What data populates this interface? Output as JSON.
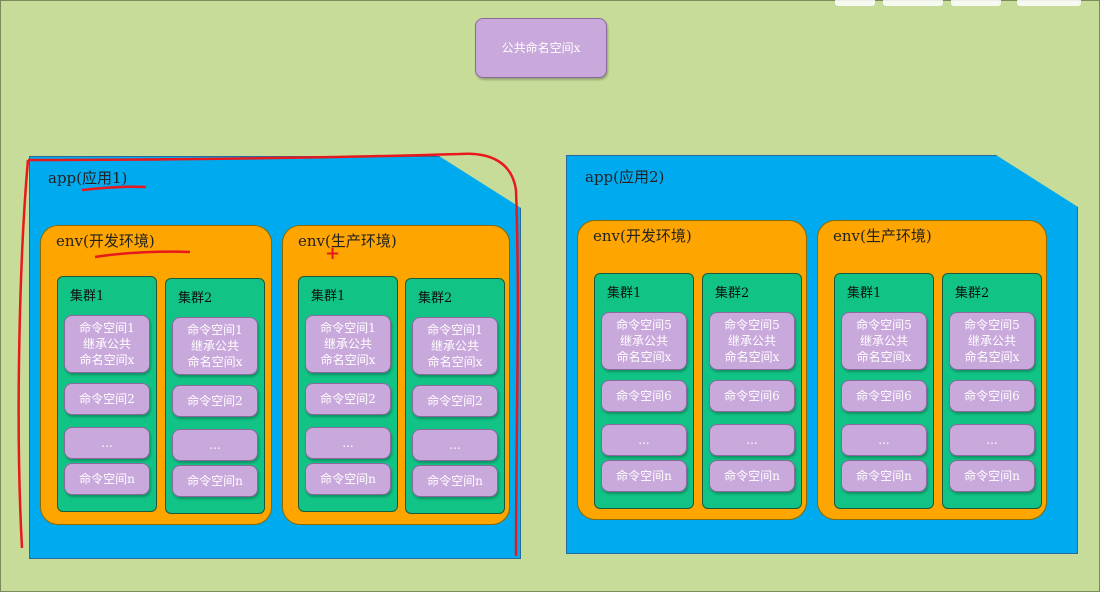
{
  "public_namespace": "公共命名空间x",
  "apps": [
    {
      "label": "app(应用1)",
      "envs": [
        {
          "label": "env(开发环境)",
          "clusters": [
            {
              "label": "集群1",
              "namespaces": [
                [
                  "命令空间1",
                  "继承公共",
                  "命名空间x"
                ],
                [
                  "命令空间2"
                ],
                [
                  "..."
                ],
                [
                  "命令空间n"
                ]
              ]
            },
            {
              "label": "集群2",
              "namespaces": [
                [
                  "命令空间1",
                  "继承公共",
                  "命名空间x"
                ],
                [
                  "命令空间2"
                ],
                [
                  "..."
                ],
                [
                  "命令空间n"
                ]
              ]
            }
          ]
        },
        {
          "label": "env(生产环境)",
          "clusters": [
            {
              "label": "集群1",
              "namespaces": [
                [
                  "命令空间1",
                  "继承公共",
                  "命名空间x"
                ],
                [
                  "命令空间2"
                ],
                [
                  "..."
                ],
                [
                  "命令空间n"
                ]
              ]
            },
            {
              "label": "集群2",
              "namespaces": [
                [
                  "命令空间1",
                  "继承公共",
                  "命名空间x"
                ],
                [
                  "命令空间2"
                ],
                [
                  "..."
                ],
                [
                  "命令空间n"
                ]
              ]
            }
          ]
        }
      ]
    },
    {
      "label": "app(应用2)",
      "envs": [
        {
          "label": "env(开发环境)",
          "clusters": [
            {
              "label": "集群1",
              "namespaces": [
                [
                  "命令空间5",
                  "继承公共",
                  "命名空间x"
                ],
                [
                  "命令空间6"
                ],
                [
                  "..."
                ],
                [
                  "命令空间n"
                ]
              ]
            },
            {
              "label": "集群2",
              "namespaces": [
                [
                  "命令空间5",
                  "继承公共",
                  "命名空间x"
                ],
                [
                  "命令空间6"
                ],
                [
                  "..."
                ],
                [
                  "命令空间n"
                ]
              ]
            }
          ]
        },
        {
          "label": "env(生产环境)",
          "clusters": [
            {
              "label": "集群1",
              "namespaces": [
                [
                  "命令空间5",
                  "继承公共",
                  "命名空间x"
                ],
                [
                  "命令空间6"
                ],
                [
                  "..."
                ],
                [
                  "命令空间n"
                ]
              ]
            },
            {
              "label": "集群2",
              "namespaces": [
                [
                  "命令空间5",
                  "继承公共",
                  "命名空间x"
                ],
                [
                  "命令空间6"
                ],
                [
                  "..."
                ],
                [
                  "命令空间n"
                ]
              ]
            }
          ]
        }
      ]
    }
  ],
  "annotation_plus": "+",
  "colors": {
    "background": "#c8dc9a",
    "app": "#00aaee",
    "env": "#ffa500",
    "cluster": "#11c385",
    "namespace": "#c9a8dc",
    "annotation": "#e8191c"
  }
}
